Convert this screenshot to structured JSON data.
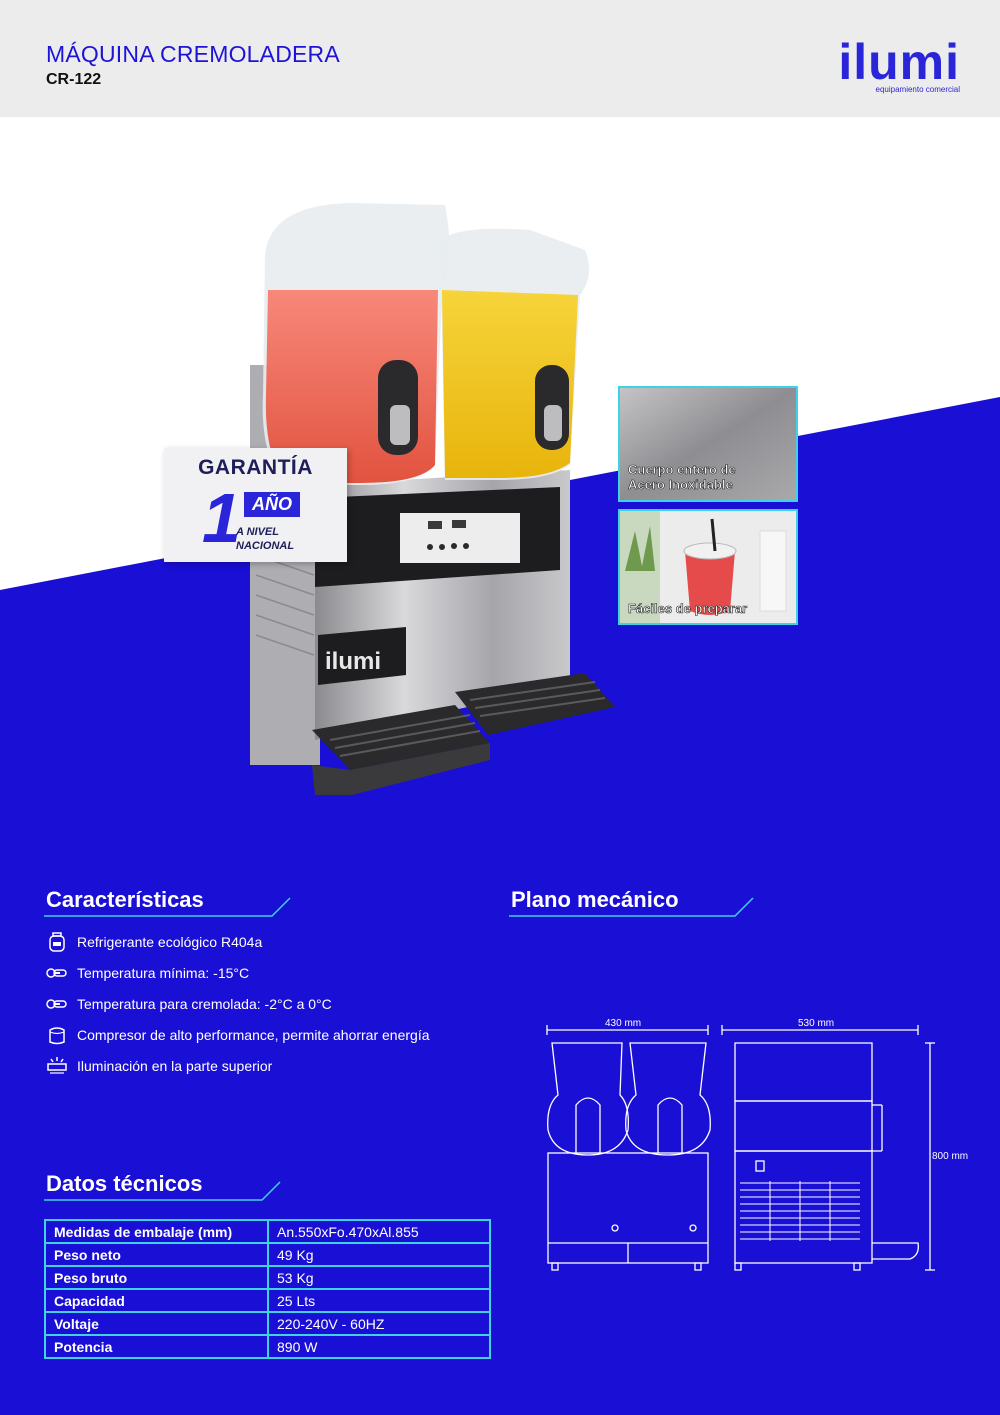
{
  "header": {
    "product_name": "MÁQUINA CREMOLADERA",
    "model": "CR-122",
    "logo_text": "ilumi",
    "logo_tagline": "equipamiento comercial"
  },
  "colors": {
    "brand_blue": "#1a0fd4",
    "accent_cyan": "#3fd2e3",
    "header_gray": "#ececec"
  },
  "warranty_badge": {
    "title": "GARANTÍA",
    "number": "1",
    "unit": "AÑO",
    "line1": "A NIVEL",
    "line2": "NACIONAL"
  },
  "machine": {
    "brand_plate": "ilumi"
  },
  "features": [
    {
      "line1": "Cuerpo entero de",
      "line2": "Acero Inoxidable"
    },
    {
      "line1": "Fáciles de preparar"
    }
  ],
  "caracteristicas": {
    "title": "Características",
    "items": [
      {
        "icon": "refrigerant-tank-icon",
        "text": "Refrigerante ecológico R404a"
      },
      {
        "icon": "thermometer-icon",
        "text": "Temperatura mínima: -15°C"
      },
      {
        "icon": "thermometer-icon",
        "text": "Temperatura para cremolada: -2°C a 0°C"
      },
      {
        "icon": "compressor-icon",
        "text": "Compresor de alto performance, permite ahorrar energía"
      },
      {
        "icon": "light-icon",
        "text": "Iluminación en la parte superior"
      }
    ]
  },
  "datos_tecnicos": {
    "title": "Datos técnicos",
    "rows": [
      {
        "label": "Medidas de embalaje (mm)",
        "value": "An.550xFo.470xAl.855"
      },
      {
        "label": "Peso neto",
        "value": "49 Kg"
      },
      {
        "label": "Peso bruto",
        "value": "53 Kg"
      },
      {
        "label": "Capacidad",
        "value": "25 Lts"
      },
      {
        "label": "Voltaje",
        "value": "220-240V - 60HZ"
      },
      {
        "label": "Potencia",
        "value": "890 W"
      }
    ]
  },
  "plano": {
    "title": "Plano mecánico",
    "width_label": "430 mm",
    "depth_label": "530 mm",
    "height_label": "800 mm"
  }
}
